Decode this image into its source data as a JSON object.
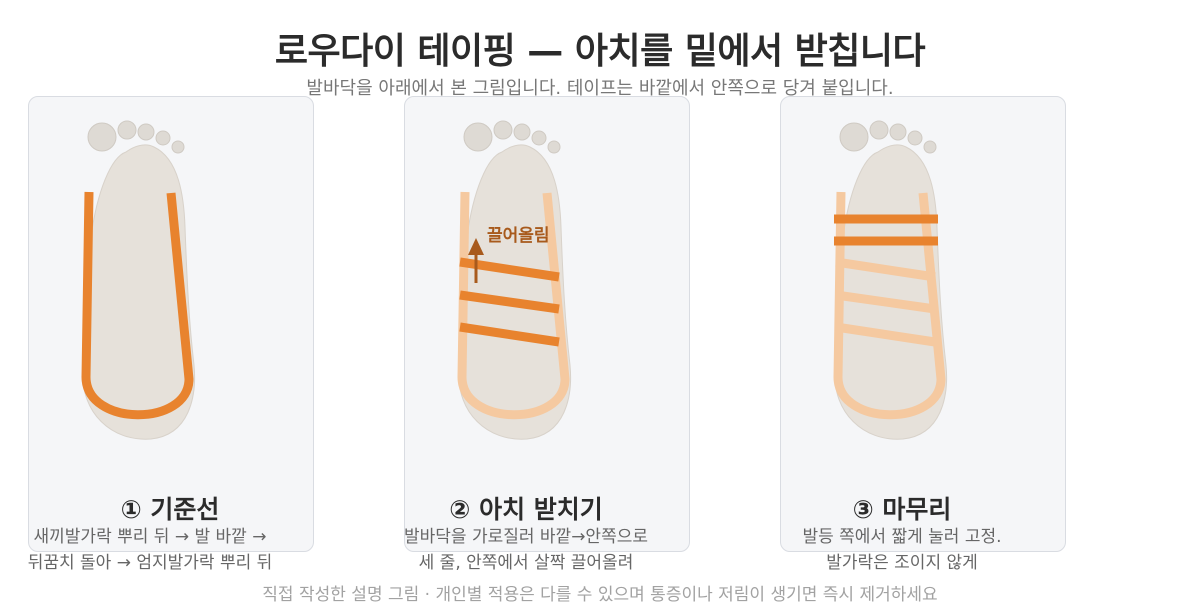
{
  "title": "로우다이 테이핑 — 아치를 밑에서 받칩니다",
  "subtitle": "발바닥을 아래에서 본 그림입니다. 테이프는 바깥에서 안쪽으로 당겨 붙입니다.",
  "panels": [
    {
      "title": "① 기준선",
      "desc_line1": "새끼발가락 뿌리 뒤 → 발 바깥 →",
      "desc_line2": "뒤꿈치 돌아 → 엄지발가락 뿌리 뒤"
    },
    {
      "title": "② 아치 받치기",
      "lift_label": "끌어올림",
      "desc_line1": "발바닥을 가로질러 바깥→안쪽으로",
      "desc_line2": "세 줄, 안쪽에서 살짝 끌어올려"
    },
    {
      "title": "③ 마무리",
      "desc_line1": "발등 쪽에서 짧게 눌러 고정.",
      "desc_line2": "발가락은 조이지 않게"
    }
  ],
  "footer": "직접 작성한 설명 그림 · 개인별 적용은 다를 수 있으며 통증이나 저림이 생기면 즉시 제거하세요",
  "colors": {
    "tape_active": "#e8832e",
    "tape_faded": "#f5c9a0",
    "foot": "#e6e1da",
    "toe": "#dedad4",
    "arrow": "#a85a1c",
    "card_bg": "#f5f6f8"
  }
}
